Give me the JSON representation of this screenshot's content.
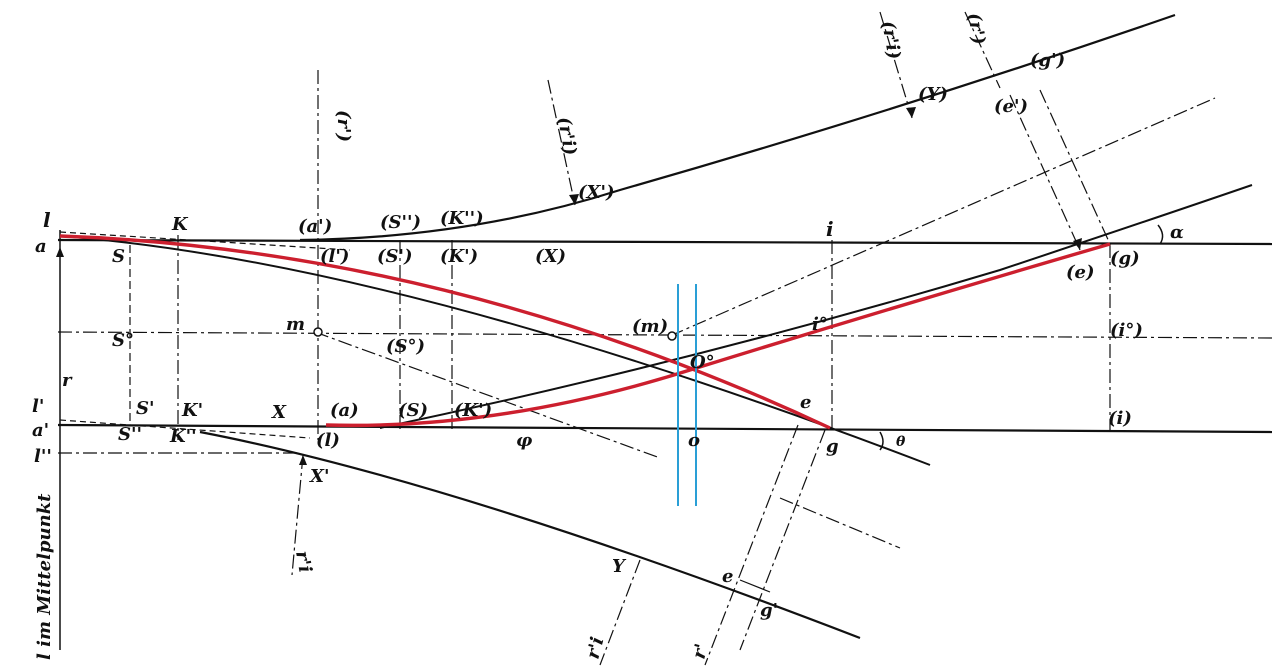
{
  "colors": {
    "ink": "#111111",
    "highlight": "#cc1f2e",
    "marker": "#2a9fd6"
  },
  "labels": {
    "l": "l",
    "a": "a",
    "K": "K",
    "S": "S",
    "a_p": "(a')",
    "S_pp": "(S'')",
    "K_pp": "(K'')",
    "l_p_p": "(l')",
    "S_p_p": "(S')",
    "K_p_p": "(K')",
    "X_p": "(X)",
    "i": "i",
    "e_p": "(e)",
    "g_p": "(g)",
    "alpha": "α",
    "m": "m",
    "So": "S°",
    "m_p": "(m)",
    "So_p": "(S°)",
    "io": "i°",
    "io_p": "(i°)",
    "O": "O°",
    "r": "r",
    "l1": "l'",
    "a1": "a'",
    "l2": "l''",
    "S1": "S'",
    "S2": "S''",
    "K1": "K'",
    "K2": "K''",
    "X": "X",
    "a_pa": "(a)",
    "S_pa": "(S)",
    "K_pa": "(K')",
    "l_pa": "(l)",
    "phi": "φ",
    "e": "e",
    "g": "g",
    "theta": "θ",
    "i_p": "(i)",
    "o": "o",
    "X1": "X'",
    "ri": "r'i",
    "Y": "Y",
    "e2": "e",
    "g2": "g'",
    "r_top": "(r')",
    "ri_top": "(r'i)",
    "X1_p": "(X')",
    "Y_p": "(Y)",
    "g1_p": "(g')",
    "e1_p": "(e')",
    "ri_top2": "(r'i)",
    "r_top2": "(r')",
    "ri_bot": "r'i",
    "r_bot": "r'",
    "vertical_caption": "l im Mittelpunkt"
  }
}
